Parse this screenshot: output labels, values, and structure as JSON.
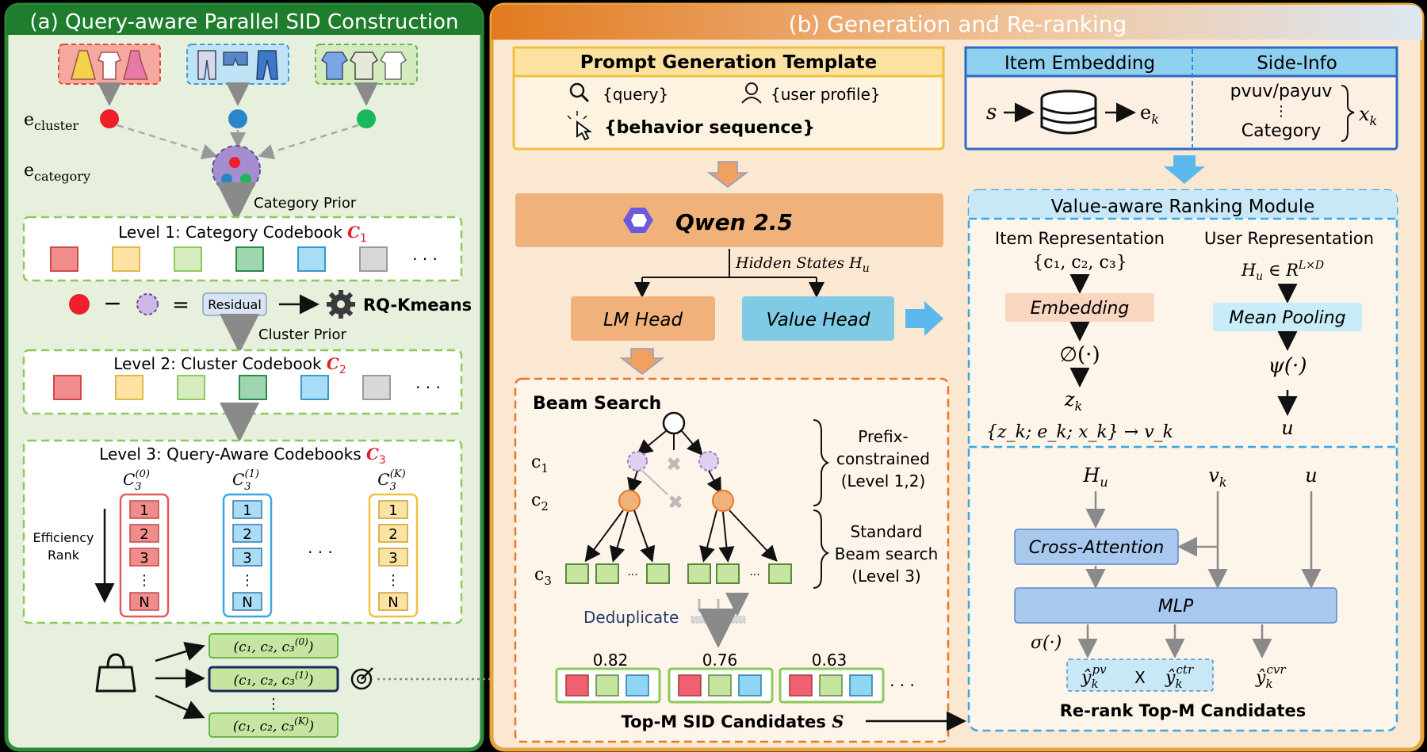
{
  "panel_a": {
    "title": "(a) Query-aware Parallel SID Construction",
    "e_cluster": "e",
    "e_cluster_sub": "cluster",
    "e_category": "e",
    "e_category_sub": "category",
    "category_prior": "Category Prior",
    "level1": "Level 1:  Category Codebook ",
    "level1_c": "C",
    "level1_sub": "1",
    "dash": "−",
    "equals": "=",
    "residual": "Residual",
    "rq_kmeans": "RQ-Kmeans",
    "cluster_prior": "Cluster Prior",
    "level2": "Level 2:  Cluster Codebook ",
    "level2_c": "C",
    "level2_sub": "2",
    "level3": "Level 3:  Query-Aware Codebooks ",
    "level3_c": "C",
    "level3_sub": "3",
    "cb0": "C",
    "cb0_sub": "3",
    "cb0_sup": "(0)",
    "cb1": "C",
    "cb1_sub": "3",
    "cb1_sup": "(1)",
    "cbk": "C",
    "cbk_sub": "3",
    "cbk_sup": "(K)",
    "efficiency": "Efficiency",
    "rank": "Rank",
    "ranks": [
      "1",
      "2",
      "3",
      "⋮",
      "N"
    ],
    "dots": "· · ·",
    "tuple0": "(c",
    "tuple0_full": "(c₁, c₂, c₃",
    "tuple0_sup": "(0)",
    "tuple1_sup": "(1)",
    "tuplek_sup": "(K)",
    "tuple_close": ")",
    "vdots": "⋮"
  },
  "panel_b": {
    "title": "(b) Generation and Re-ranking",
    "prompt_title": "Prompt Generation Template",
    "query": "{query}",
    "user_profile": "{user profile}",
    "behavior": "{behavior sequence}",
    "qwen": "Qwen 2.5",
    "hidden_states": "Hidden States  H",
    "hidden_sub": "u",
    "lm_head": "LM Head",
    "value_head": "Value Head",
    "beam_search": "Beam Search",
    "c1": "c",
    "c1_sub": "1",
    "c2": "c",
    "c2_sub": "2",
    "c3": "c",
    "c3_sub": "3",
    "prefix1": "Prefix-",
    "prefix2": "constrained",
    "prefix3": "(Level 1,2)",
    "standard1": "Standard",
    "standard2": "Beam search",
    "standard3": "(Level 3)",
    "deduplicate": "Deduplicate",
    "scores": [
      "0.82",
      "0.76",
      "0.63"
    ],
    "topm": "Top-M SID Candidates ",
    "topm_s": "S",
    "item_embedding": "Item Embedding",
    "side_info": "Side-Info",
    "s_var": "s",
    "e_k": "e",
    "e_k_sub": "k",
    "pvuv": "pvuv/payuv",
    "category": "Category",
    "x_k": "x",
    "x_k_sub": "k",
    "ranking_title": "Value-aware Ranking Module",
    "item_rep": "Item Representation",
    "item_rep_set": "{c₁, c₂, c₃}",
    "user_rep": "User Representation",
    "hu_formula": "H",
    "hu_formula_rest": " ∈ R",
    "hu_sup": "L×D",
    "embedding": "Embedding",
    "mean_pooling": "Mean Pooling",
    "phi": "∅(·)",
    "psi": "ψ(·)",
    "z_k": "z",
    "vk_formula": "{z",
    "vk_formula_full": "{z_k; e_k; x_k} → v_k",
    "u": "u",
    "H_u": "H",
    "v_k": "v",
    "cross_attention": "Cross-Attention",
    "mlp": "MLP",
    "sigma": "σ(·)",
    "y_pv_sup": "pv",
    "y_ctr_sup": "ctr",
    "y_cvr_sup": "cvr",
    "times": "X",
    "rerank": "Re-rank Top-M Candidates"
  },
  "colors": {
    "panel_a_border": "#2a8a3a",
    "panel_a_bg": "#e6f0dc",
    "panel_b_border": "#e8a23a",
    "panel_b_bg": "#fbe8d2",
    "orange_box": "#f0b27a",
    "blue_box": "#7fcbe6",
    "red_code": "#f08c8c",
    "yellow_code": "#fde3a3",
    "lightgreen_code": "#d6ecbf",
    "green_code": "#9fd6b0",
    "blue_code": "#a9dcf5",
    "gray_code": "#d8d8d8"
  },
  "icons": [
    "dress-icon",
    "pants-icon",
    "jacket-icon",
    "search-icon",
    "user-icon",
    "pointer-icon",
    "database-icon",
    "gear-icon",
    "bag-icon",
    "target-icon",
    "qwen-logo-icon"
  ]
}
